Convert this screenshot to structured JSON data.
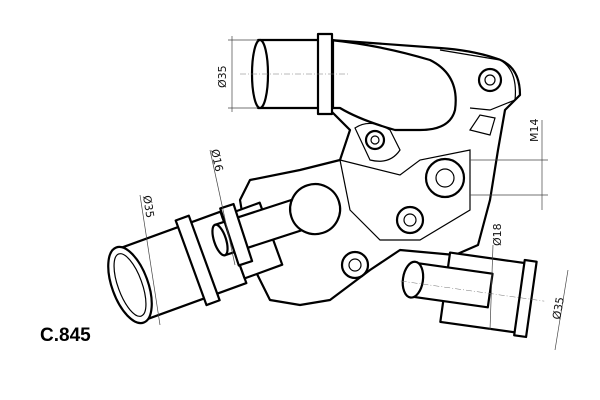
{
  "part_code": "C.845",
  "dimensions": {
    "top_outlet_diameter": "Ø35",
    "thread": "M14",
    "small_pipe_diameter": "Ø16",
    "left_inlet_diameter": "Ø35",
    "bottom_small_pipe_diameter": "Ø18",
    "bottom_outlet_diameter": "Ø35"
  }
}
